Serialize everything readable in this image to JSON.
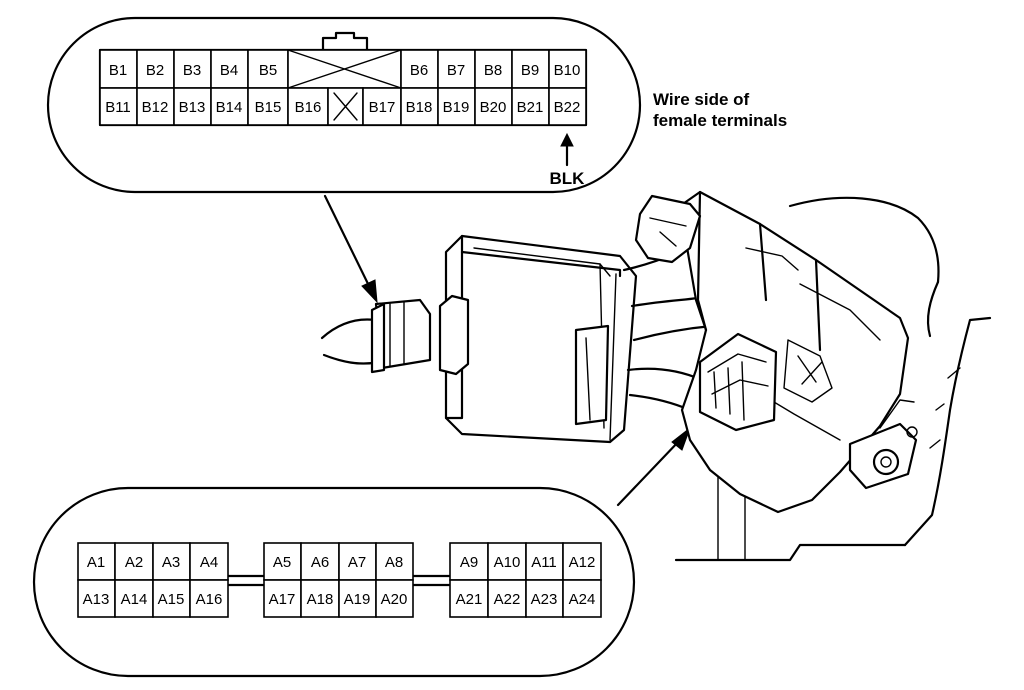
{
  "connector_b": {
    "row1": [
      "B1",
      "B2",
      "B3",
      "B4",
      "B5",
      "",
      "B6",
      "B7",
      "B8",
      "B9",
      "B10"
    ],
    "row2": [
      "B11",
      "B12",
      "B13",
      "B14",
      "B15",
      "B16",
      "",
      "B17",
      "B18",
      "B19",
      "B20",
      "B21",
      "B22"
    ],
    "wire_color": "BLK",
    "wire_color_pin": "B22",
    "caption_line1": "Wire side of",
    "caption_line2": "female terminals"
  },
  "connector_a": {
    "group1_row1": [
      "A1",
      "A2",
      "A3",
      "A4"
    ],
    "group1_row2": [
      "A13",
      "A14",
      "A15",
      "A16"
    ],
    "group2_row1": [
      "A5",
      "A6",
      "A7",
      "A8"
    ],
    "group2_row2": [
      "A17",
      "A18",
      "A19",
      "A20"
    ],
    "group3_row1": [
      "A9",
      "A10",
      "A11",
      "A12"
    ],
    "group3_row2": [
      "A21",
      "A22",
      "A23",
      "A24"
    ]
  }
}
